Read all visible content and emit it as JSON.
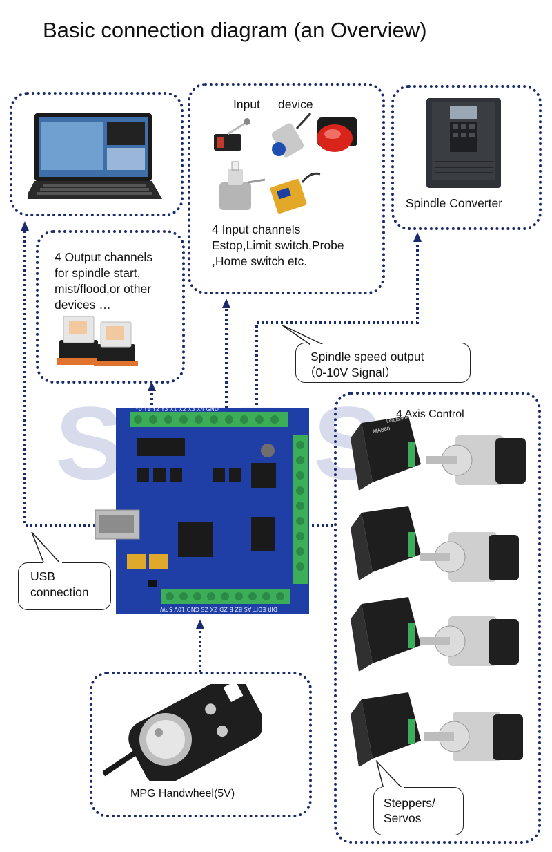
{
  "title": "Basic connection diagram (an Overview)",
  "input_device": {
    "header_1": "Input",
    "header_2": "device",
    "lines": [
      "4 Input channels",
      "Estop,Limit switch,Probe",
      ",Home switch etc."
    ]
  },
  "spindle_converter": {
    "label": "Spindle Converter"
  },
  "output_channels": {
    "lines": [
      "4 Output channels",
      "for spindle start,",
      "mist/flood,or other",
      "devices …"
    ]
  },
  "spindle_speed": {
    "line1": "Spindle speed output",
    "line2": "（0-10V Signal）"
  },
  "axis_control": {
    "label": "4 Axis Control"
  },
  "usb": {
    "lines": [
      "USB",
      "connection"
    ]
  },
  "mpg": {
    "label": "MPG Handwheel(5V)"
  },
  "steppers": {
    "lines": [
      "Steppers/",
      "Servos"
    ]
  },
  "driver_model": "MA860",
  "driver_brand": "Leadshine",
  "board_labels": {
    "bottom": "DIR EDIT AS BZ B ZD ZX ZS GND 10V 5PW",
    "top": "Y0 Y1 Y2 Y3 X1 X2 X3 X4 GND"
  },
  "watermark": "S  ERS",
  "colors": {
    "dotted_line": "#1b2a6b",
    "board": "#1f3fa6",
    "terminal": "#3cae5a"
  }
}
